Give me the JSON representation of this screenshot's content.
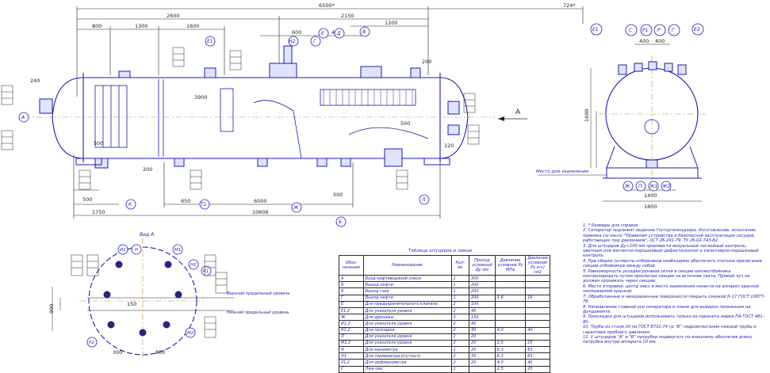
{
  "drawing": {
    "main_view": {
      "dimensions": [
        "6500*",
        "724*",
        "2600",
        "2150",
        "1200",
        "800",
        "1300",
        "1600",
        "600",
        "400",
        "3900",
        "500",
        "200",
        "650",
        "6000",
        "10606",
        "1750",
        "500",
        "200",
        "500",
        "120",
        "500",
        "240"
      ],
      "callouts": [
        "Е1",
        "Г",
        "Е",
        "Д",
        "А",
        "Ж",
        "Б",
        "В",
        "К",
        "Т1",
        "Л",
        "Н2"
      ],
      "view_arrow_label": "А"
    },
    "side_view": {
      "callouts": [
        "Е1",
        "С",
        "Р1",
        "Р",
        "Г",
        "Е2",
        "Ж",
        "П",
        "Ж1",
        "Ж2"
      ],
      "dimensions": [
        "400",
        "400",
        "1600",
        "1400",
        "1800"
      ],
      "ground_label": "Место для заземления"
    },
    "view_a": {
      "title": "Вид А",
      "levels": [
        "Верхний предельный уровень",
        "Нижний предельный уровень"
      ],
      "callouts": [
        "И1",
        "Н",
        "М1",
        "Н1",
        "К1",
        "Р2",
        "М2"
      ],
      "dimensions": [
        "300",
        "900",
        "800",
        "150"
      ]
    }
  },
  "nozzle_table": {
    "title": "Таблица штуцеров и люков",
    "headers": [
      "Обоз-начения",
      "Наименование",
      "Кол-во",
      "Проход условный Ду мм",
      "Давление условное Ру МПа",
      "Давление условное Ру кгс/см2"
    ],
    "rows": [
      [
        "А",
        "Вход нефтеводяной смеси",
        "1",
        "300",
        "",
        ""
      ],
      [
        "Б",
        "Выход нефти",
        "1",
        "200",
        "",
        ""
      ],
      [
        "В",
        "Выход газа",
        "1",
        "200",
        "",
        ""
      ],
      [
        "Г",
        "Выход нефти",
        "1",
        "200",
        "1,6",
        "16"
      ],
      [
        "Е",
        "Для предохранительного клапана",
        "2",
        "100",
        "",
        ""
      ],
      [
        "Е1,2",
        "Для указателя уровня",
        "2",
        "40",
        "",
        ""
      ],
      [
        "Ж",
        "Для дренажа",
        "3",
        "150",
        "",
        ""
      ],
      [
        "И1,2",
        "Для указателя уровня",
        "2",
        "40",
        "",
        ""
      ],
      [
        "К1,2",
        "Для пропарки",
        "2",
        "50",
        "4,0",
        "40"
      ],
      [
        "Л",
        "Для указателя уровня",
        "1",
        "20",
        "",
        ""
      ],
      [
        "М1,2",
        "Для указателя уровня",
        "2",
        "20",
        "2,5",
        "25"
      ],
      [
        "Н",
        "Для манометра",
        "1",
        "20",
        "6,3",
        "63"
      ],
      [
        "Н1",
        "Для термометра ртутного",
        "2",
        "50",
        "6,3",
        "63"
      ],
      [
        "Р1,2",
        "Для дифманометра",
        "2",
        "20",
        "4,0",
        "40"
      ],
      [
        "С",
        "Люк-лаз",
        "1",
        "",
        "2,5",
        "25"
      ]
    ]
  },
  "notes": [
    "1. * Размеры для справок",
    "2. Сепаратор подлежит ведению Госгортехнадзора. Изготовление, испытание, приемка согласно \"Правилам устройства и безопасной эксплуатации сосудов, работающих под давлением\", ОСТ 26-291-79, ТУ 26-02-743-82.",
    "3. Для штуцеров Ду<100 мм произвести визуальный послойный контроль, цветным или магнитно-порошковым дефектоскопом и капиллярно-порошковый контроль.",
    "4. При сборке сегменты отбойников необходимо обеспечить плотное прилегание секций отбойников между собой.",
    "5. Равномерность укладки рукавов сетки в секции каплеотбойника контролировать путем просмотра секции на источник света. Прямой луч не должен проникать через секцию.",
    "6. Место отправки, центр масс и место заземления нанести на аппарат краской несмываемой краской.",
    "7. Обработанные и неокрашенные поверхности покрыть смазкой К-17 ГОСТ 10877-76.",
    "8. Направление главной оси сепаратора в плане для выверки положения на фундаменте.",
    "9. Прокладки для штуцеров использовать только из паронита марки ПА ГОСТ 481-80.",
    "10. Трубы из стали 20 по ГОСТ 8731-74 гр \"В\" гидроиспытание каждой трубы и гарантией пробного давления.",
    "11. У штуцеров \"А\" и \"Б\" патрубки подвергать по внешнему обеспечив длину патрубка внутри аппарата 10 мм."
  ]
}
